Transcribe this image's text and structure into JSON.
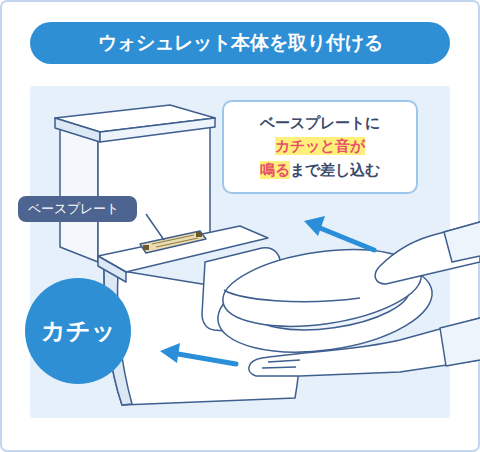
{
  "diagram": {
    "title": "ウォシュレット本体を取り付ける",
    "nodes": [
      {
        "text": [
          "ベースプレートに",
          "カチッと音が",
          "鳴る",
          "まで差し込む"
        ]
      },
      {
        "text": [
          "ベースプレート"
        ]
      },
      {
        "text": [
          "カチッ"
        ]
      }
    ]
  }
}
